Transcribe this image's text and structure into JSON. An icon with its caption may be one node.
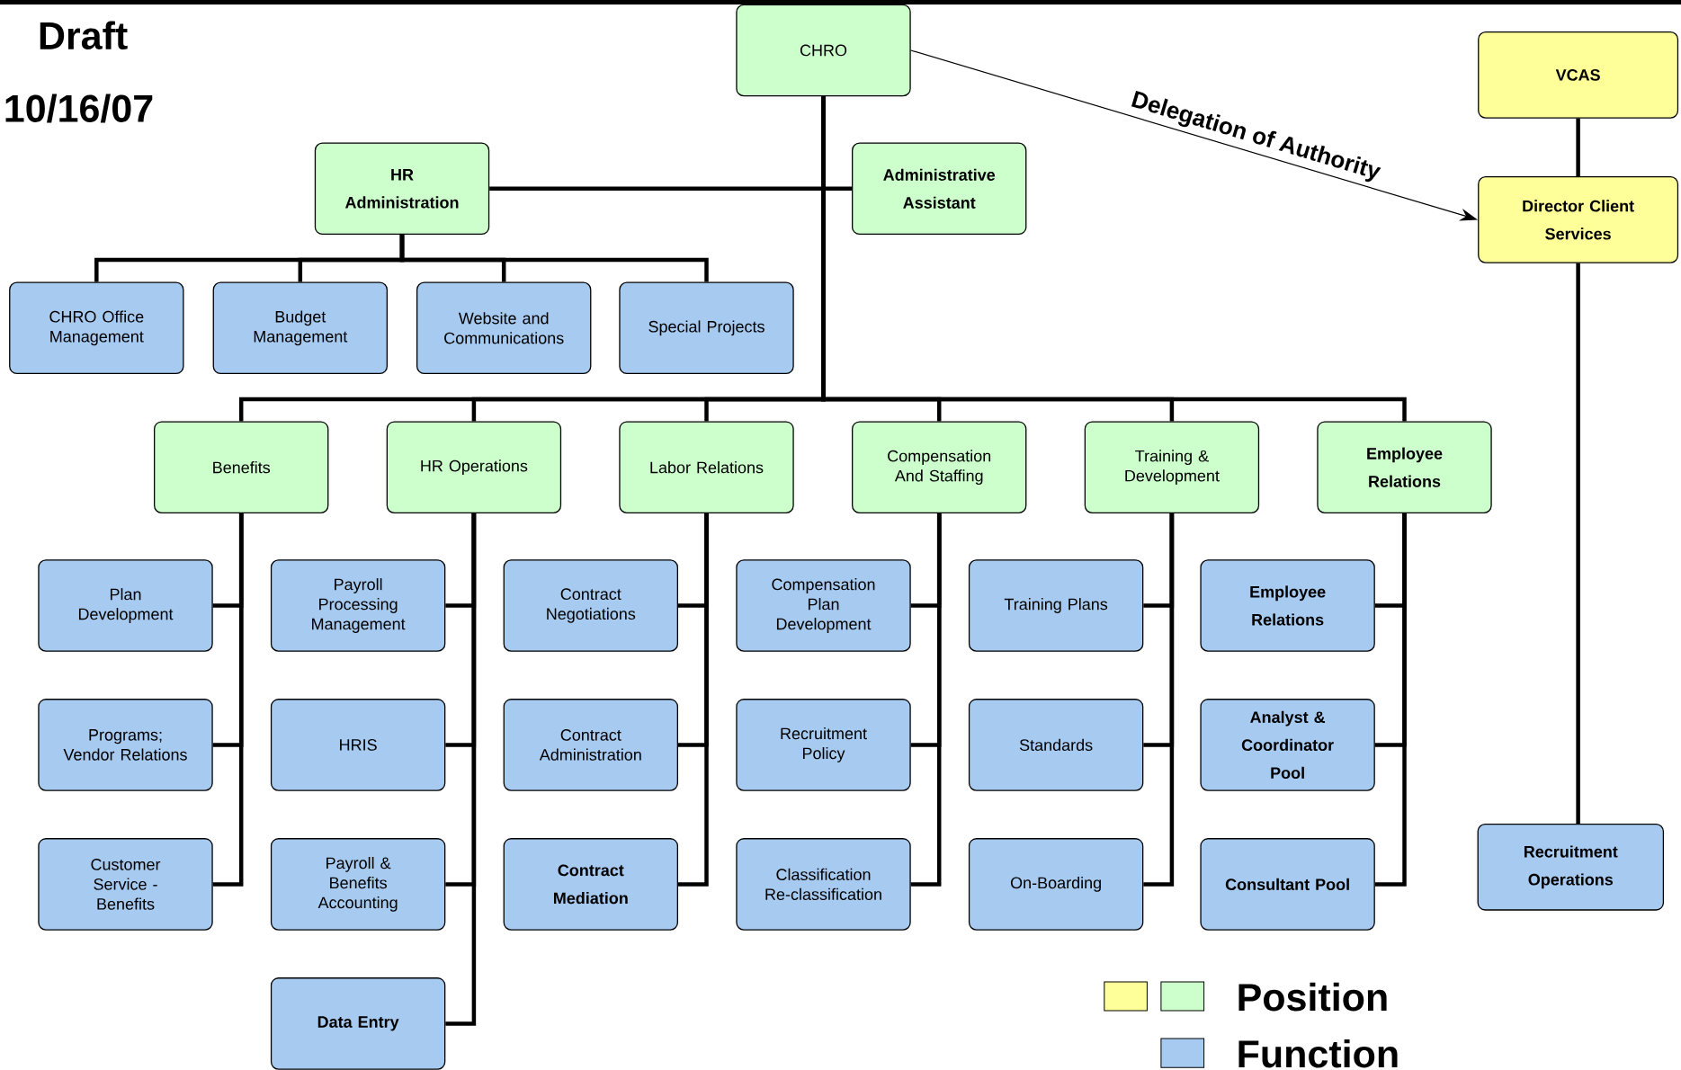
{
  "diagram": {
    "nodes": [
      {
        "text": [
          "CHRO"
        ]
      },
      {
        "text": [
          "HR Administration"
        ]
      },
      {
        "text": [
          "Administrative Assistant"
        ]
      },
      {
        "text": [
          "CHRO Office Management"
        ]
      },
      {
        "text": [
          "Budget Management"
        ]
      },
      {
        "text": [
          "Website and Communications"
        ]
      },
      {
        "text": [
          "Special Projects"
        ]
      },
      {
        "text": [
          "Benefits"
        ]
      },
      {
        "text": [
          "HR Operations"
        ]
      },
      {
        "text": [
          "Labor Relations"
        ]
      },
      {
        "text": [
          "Compensation And Staffing"
        ]
      },
      {
        "text": [
          "Training & Development"
        ]
      },
      {
        "text": [
          "Employee Relations"
        ]
      },
      {
        "text": [
          "Plan Development"
        ]
      },
      {
        "text": [
          "Programs; Vendor Relations"
        ]
      },
      {
        "text": [
          "Customer Service  - Benefits"
        ]
      },
      {
        "text": [
          "Payroll Processing Management"
        ]
      },
      {
        "text": [
          "HRIS"
        ]
      },
      {
        "text": [
          "Payroll & Benefits Accounting"
        ]
      },
      {
        "text": [
          "Data Entry"
        ]
      },
      {
        "text": [
          "Contract Negotiations"
        ]
      },
      {
        "text": [
          "Contract Administration"
        ]
      },
      {
        "text": [
          "Contract Mediation"
        ]
      },
      {
        "text": [
          "Compensation Plan Development"
        ]
      },
      {
        "text": [
          "Recruitment Policy"
        ]
      },
      {
        "text": [
          "Classification Re-classification"
        ]
      },
      {
        "text": [
          "Training Plans"
        ]
      },
      {
        "text": [
          "Standards"
        ]
      },
      {
        "text": [
          "On-Boarding"
        ]
      },
      {
        "text": [
          "Employee Relations"
        ]
      },
      {
        "text": [
          "Analyst & Coordinator Pool"
        ]
      },
      {
        "text": [
          "Consultant Pool"
        ]
      },
      {
        "text": [
          "VCAS"
        ]
      },
      {
        "text": [
          "Director Client Services"
        ]
      },
      {
        "text": [
          "Recruitment Operations"
        ]
      }
    ],
    "edges": [
      {
        "from": 0,
        "to": 1,
        "arrow": "none"
      },
      {
        "from": 0,
        "to": 2,
        "arrow": "none"
      },
      {
        "from": 1,
        "to": 3,
        "arrow": "none"
      },
      {
        "from": 1,
        "to": 4,
        "arrow": "none"
      },
      {
        "from": 1,
        "to": 5,
        "arrow": "none"
      },
      {
        "from": 1,
        "to": 6,
        "arrow": "none"
      },
      {
        "from": 0,
        "to": 7,
        "arrow": "none"
      },
      {
        "from": 0,
        "to": 8,
        "arrow": "none"
      },
      {
        "from": 0,
        "to": 9,
        "arrow": "none"
      },
      {
        "from": 0,
        "to": 10,
        "arrow": "none"
      },
      {
        "from": 0,
        "to": 11,
        "arrow": "none"
      },
      {
        "from": 0,
        "to": 12,
        "arrow": "none"
      },
      {
        "from": 7,
        "to": 13,
        "arrow": "none"
      },
      {
        "from": 7,
        "to": 14,
        "arrow": "none"
      },
      {
        "from": 7,
        "to": 15,
        "arrow": "none"
      },
      {
        "from": 8,
        "to": 16,
        "arrow": "none"
      },
      {
        "from": 8,
        "to": 17,
        "arrow": "none"
      },
      {
        "from": 8,
        "to": 18,
        "arrow": "none"
      },
      {
        "from": 8,
        "to": 19,
        "arrow": "none"
      },
      {
        "from": 9,
        "to": 20,
        "arrow": "none"
      },
      {
        "from": 9,
        "to": 21,
        "arrow": "none"
      },
      {
        "from": 9,
        "to": 22,
        "arrow": "none"
      },
      {
        "from": 10,
        "to": 23,
        "arrow": "none"
      },
      {
        "from": 10,
        "to": 24,
        "arrow": "none"
      },
      {
        "from": 10,
        "to": 25,
        "arrow": "none"
      },
      {
        "from": 11,
        "to": 26,
        "arrow": "none"
      },
      {
        "from": 11,
        "to": 27,
        "arrow": "none"
      },
      {
        "from": 11,
        "to": 28,
        "arrow": "none"
      },
      {
        "from": 12,
        "to": 29,
        "arrow": "none"
      },
      {
        "from": 12,
        "to": 30,
        "arrow": "none"
      },
      {
        "from": 12,
        "to": 31,
        "arrow": "none"
      },
      {
        "from": 32,
        "to": 33,
        "arrow": "none"
      },
      {
        "from": 33,
        "to": 34,
        "arrow": "none"
      },
      {
        "from": 0,
        "to": 33,
        "arrow": "to",
        "label": "Delegation of Authority"
      }
    ],
    "labels": [
      "Draft",
      "10/16/07"
    ],
    "legend": [
      {
        "text": "Position",
        "color": "#ffff99"
      },
      {
        "text": "Function",
        "color": "#a6caf0"
      }
    ]
  }
}
